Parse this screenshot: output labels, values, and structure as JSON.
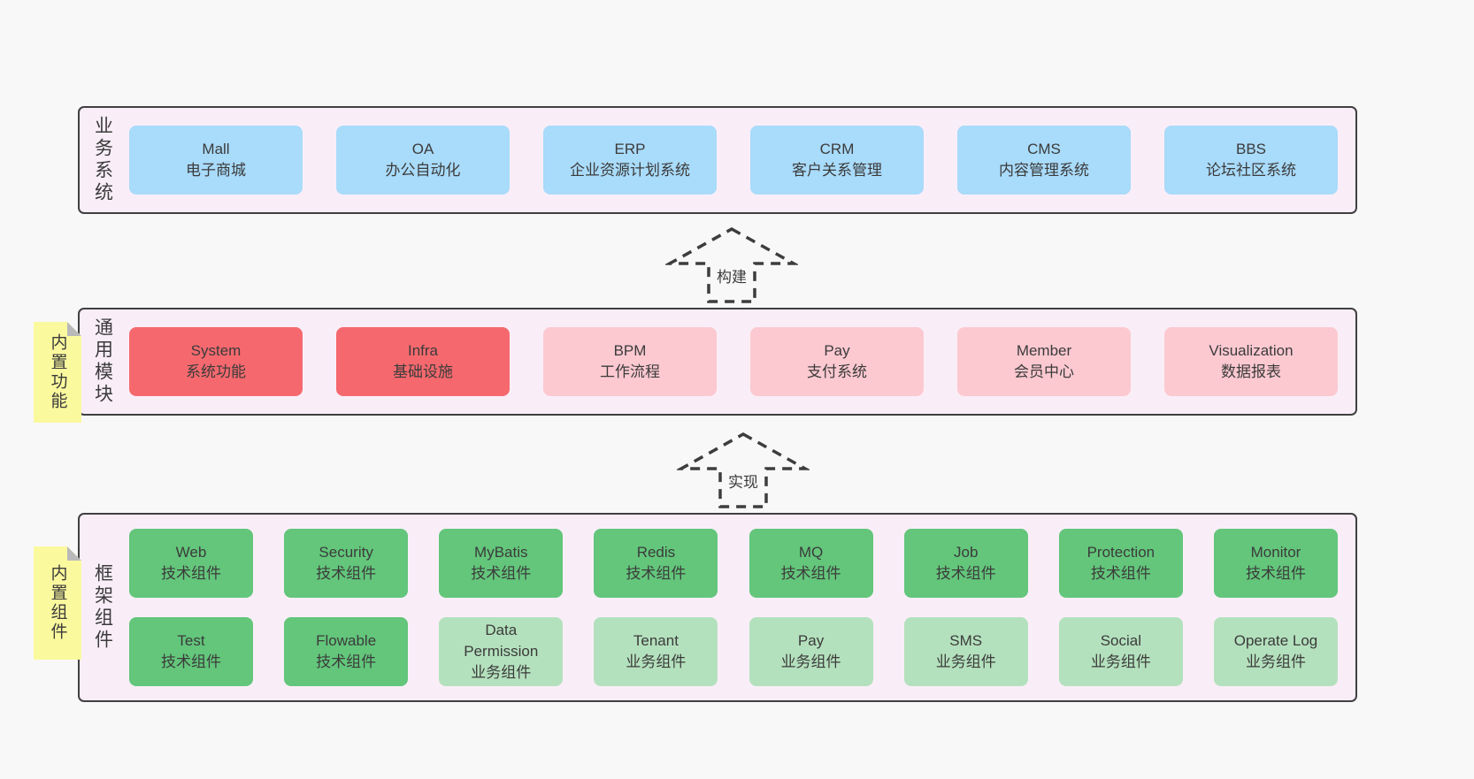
{
  "colors": {
    "page_bg": "#f8f8f8",
    "panel_bg": "#f9eef8",
    "panel_border": "#404040",
    "blue_box": "#a9dbfa",
    "red_box": "#f5696e",
    "pink_box": "#fcc9d1",
    "green_box": "#63c67b",
    "light_green_box": "#b4e1bd",
    "sticky_yellow": "#fbf99e",
    "sticky_fold": "#b9b9b9",
    "text": "#3b3b3b"
  },
  "arrows": [
    {
      "label": "构建"
    },
    {
      "label": "实现"
    }
  ],
  "layers": {
    "business": {
      "label": "业务系统",
      "boxes": [
        {
          "name": "Mall",
          "desc": "电子商城",
          "variant": "blue"
        },
        {
          "name": "OA",
          "desc": "办公自动化",
          "variant": "blue"
        },
        {
          "name": "ERP",
          "desc": "企业资源计划系统",
          "variant": "blue"
        },
        {
          "name": "CRM",
          "desc": "客户关系管理",
          "variant": "blue"
        },
        {
          "name": "CMS",
          "desc": "内容管理系统",
          "variant": "blue"
        },
        {
          "name": "BBS",
          "desc": "论坛社区系统",
          "variant": "blue"
        }
      ]
    },
    "modules": {
      "label": "通用模块",
      "sticky": "内置功能",
      "boxes": [
        {
          "name": "System",
          "desc": "系统功能",
          "variant": "red"
        },
        {
          "name": "Infra",
          "desc": "基础设施",
          "variant": "red"
        },
        {
          "name": "BPM",
          "desc": "工作流程",
          "variant": "pink"
        },
        {
          "name": "Pay",
          "desc": "支付系统",
          "variant": "pink"
        },
        {
          "name": "Member",
          "desc": "会员中心",
          "variant": "pink"
        },
        {
          "name": "Visualization",
          "desc": "数据报表",
          "variant": "pink"
        }
      ]
    },
    "components": {
      "label": "框架组件",
      "sticky": "内置组件",
      "row1": [
        {
          "name": "Web",
          "desc": "技术组件",
          "variant": "green"
        },
        {
          "name": "Security",
          "desc": "技术组件",
          "variant": "green"
        },
        {
          "name": "MyBatis",
          "desc": "技术组件",
          "variant": "green"
        },
        {
          "name": "Redis",
          "desc": "技术组件",
          "variant": "green"
        },
        {
          "name": "MQ",
          "desc": "技术组件",
          "variant": "green"
        },
        {
          "name": "Job",
          "desc": "技术组件",
          "variant": "green"
        },
        {
          "name": "Protection",
          "desc": "技术组件",
          "variant": "green"
        },
        {
          "name": "Monitor",
          "desc": "技术组件",
          "variant": "green"
        }
      ],
      "row2": [
        {
          "name": "Test",
          "desc": "技术组件",
          "variant": "green"
        },
        {
          "name": "Flowable",
          "desc": "技术组件",
          "variant": "green"
        },
        {
          "name": "Data Permission",
          "desc": "业务组件",
          "variant": "light-green"
        },
        {
          "name": "Tenant",
          "desc": "业务组件",
          "variant": "light-green"
        },
        {
          "name": "Pay",
          "desc": "业务组件",
          "variant": "light-green"
        },
        {
          "name": "SMS",
          "desc": "业务组件",
          "variant": "light-green"
        },
        {
          "name": "Social",
          "desc": "业务组件",
          "variant": "light-green"
        },
        {
          "name": "Operate Log",
          "desc": "业务组件",
          "variant": "light-green"
        }
      ]
    }
  }
}
